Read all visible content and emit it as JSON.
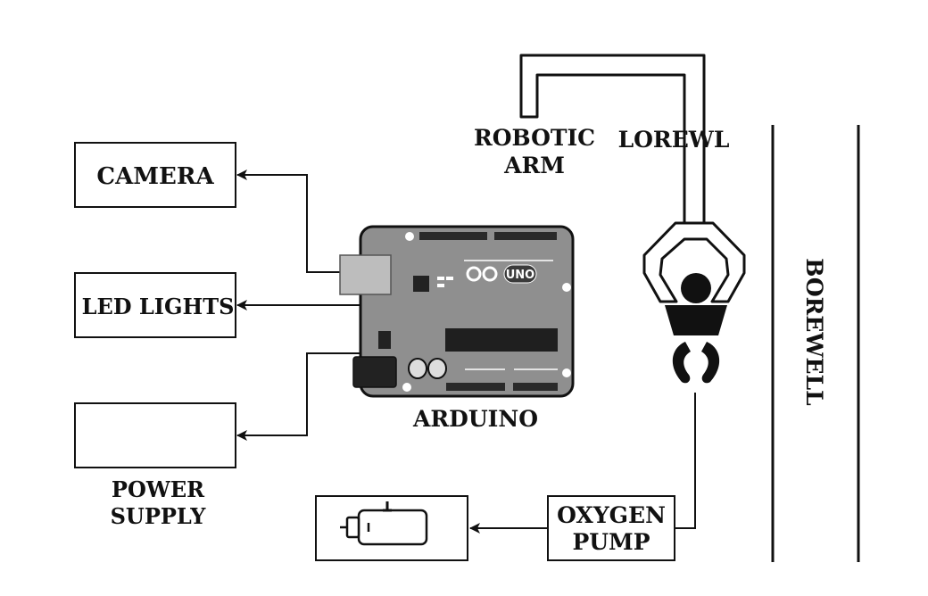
{
  "colors": {
    "ink": "#111111",
    "board": "#8f8f8f",
    "board_dark": "#2a2a2a",
    "background": "#ffffff"
  },
  "boxes": {
    "camera": "CAMERA",
    "led_lights": "LED LIGHTS",
    "power_supply": ""
  },
  "labels": {
    "power_supply_line1": "POWER",
    "power_supply_line2": "SUPPLY",
    "arduino": "ARDUINO",
    "robotic_arm_line1": "ROBOTIC",
    "robotic_arm_line2": "ARM",
    "lorewl": "LOREWL",
    "borewell": "BOREWELL",
    "oxygen_pump_line1": "OXYGEN",
    "oxygen_pump_line2": "PUMP"
  },
  "board": {
    "logo_text": "UNO"
  },
  "icons": [
    "arduino-uno-board",
    "child-figure",
    "oxygen-cylinder",
    "arrow-head"
  ]
}
